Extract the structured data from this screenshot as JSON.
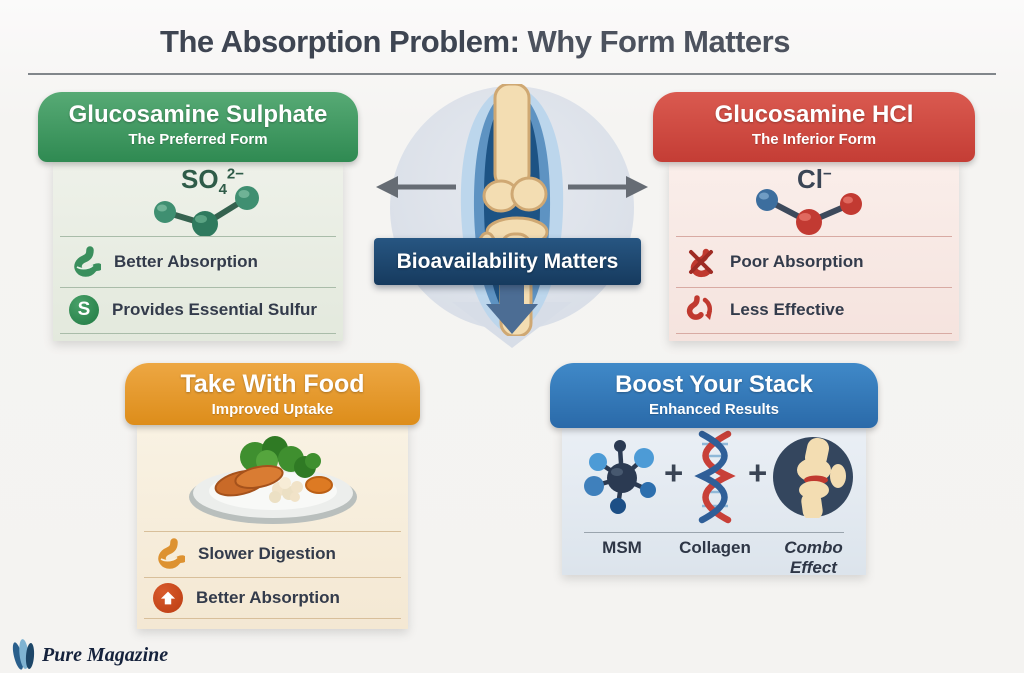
{
  "header": {
    "title_strong": "The Absorption Problem:",
    "title_regular": " Why Form Matters"
  },
  "center": {
    "banner_label": "Bioavailability Matters"
  },
  "panels": {
    "sulphate": {
      "title": "Glucosamine Sulphate",
      "subtitle": "The Preferred Form",
      "formula": {
        "base": "SO",
        "sub": "4",
        "sup": "2−"
      },
      "molecule_icon": "sulphate-molecule-icon",
      "items": [
        {
          "icon": "stomach-icon",
          "label": "Better Absorption"
        },
        {
          "icon": "sulfur-s-icon",
          "badge_letter": "S",
          "label": "Provides Essential Sulfur"
        }
      ]
    },
    "hcl": {
      "title": "Glucosamine HCl",
      "subtitle": "The Inferior Form",
      "formula": {
        "base": "Cl",
        "sup": "−"
      },
      "molecule_icon": "hcl-molecule-icon",
      "items": [
        {
          "icon": "crossed-stomach-icon",
          "label": "Poor Absorption"
        },
        {
          "icon": "declining-stomach-icon",
          "label": "Less Effective"
        }
      ]
    },
    "food": {
      "title": "Take With Food",
      "subtitle": "Improved Uptake",
      "plate_icon": "meal-plate-icon",
      "items": [
        {
          "icon": "stomach-icon",
          "label": "Slower Digestion"
        },
        {
          "icon": "up-arrow-badge-icon",
          "label": "Better Absorption"
        }
      ]
    },
    "stack": {
      "title": "Boost Your Stack",
      "subtitle": "Enhanced Results",
      "plus": "+",
      "components": [
        {
          "icon": "msm-molecule-icon",
          "label": "MSM"
        },
        {
          "icon": "dna-helix-icon",
          "label": "Collagen"
        },
        {
          "icon": "joint-circle-icon",
          "label": "Combo Effect"
        }
      ]
    }
  },
  "footer": {
    "brand": "Pure Magazine",
    "logo_icon": "leaf-logo-icon"
  },
  "colors": {
    "green_header": "#2f8a52",
    "red_header": "#c43d35",
    "orange_header": "#dd8d1a",
    "blue_header": "#2a6aa9",
    "banner_navy": "#163a5e",
    "title_text": "#3e4552",
    "arrow_gray": "#666c74",
    "arrow_blue": "#4c6d94"
  }
}
